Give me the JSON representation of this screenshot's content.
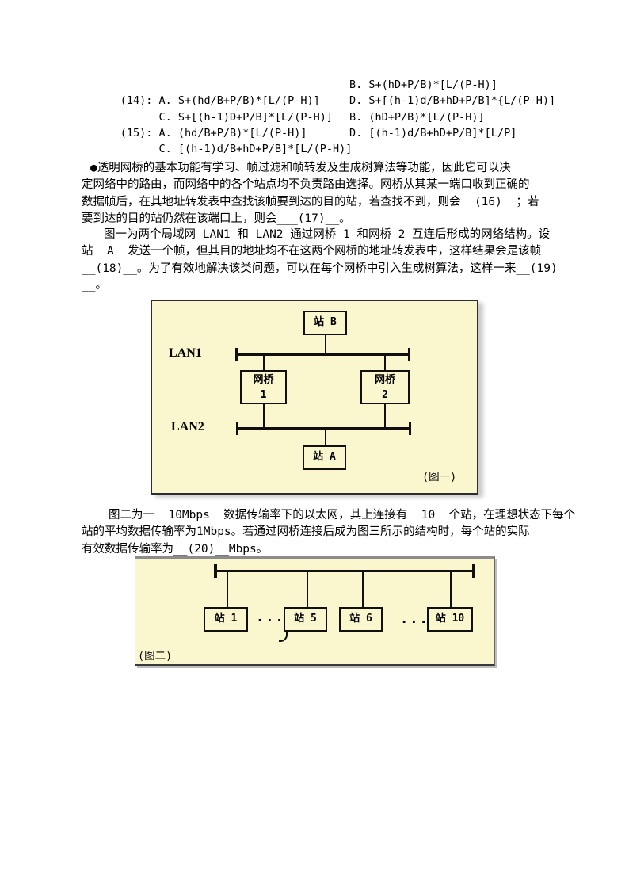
{
  "questions": {
    "rows": [
      {
        "left": "(14): A. S+(hd/B+P/B)*[L/(P-H)]",
        "right": "B. S+(hD+P/B)*[L/(P-H)]"
      },
      {
        "left": "      C. S+[(h-1)D+P/B]*[L/(P-H)]",
        "right": "D. S+[(h-1)d/B+hD+P/B]*{L/(P-H)]"
      },
      {
        "left": "(15): A. (hd/B+P/B)*[L/(P-H)]",
        "right": "B. (hD+P/B)*[L/(P-H)]"
      },
      {
        "left": "      C. [(h-1)d/B+hD+P/B]*[L/(P-H)]",
        "right": "D. [(h-1)d/B+hD+P/B]*[L/P]"
      }
    ]
  },
  "paragraphs": {
    "p1": [
      "●透明网桥的基本功能有学习、帧过滤和帧转发及生成树算法等功能，因此它可以决",
      "定网络中的路由，而网络中的各个站点均不负责路由选择。网桥从其某一端口收到正确的",
      "数据帧后，在其地址转发表中查找该帧要到达的目的站，若查找不到，则会__(16)__；若",
      "要到达的目的站仍然在该端口上，则会___(17)__。"
    ],
    "p2": [
      "图一为两个局域网 LAN1 和 LAN2 通过网桥 1 和网桥 2 互连后形成的网络结构。设",
      "站  A  发送一个帧，但其目的地址均不在这两个网桥的地址转发表中，这样结果会是该帧",
      "__(18)__。为了有效地解决该类问题，可以在每个网桥中引入生成树算法，这样一来__(19)",
      "__。"
    ],
    "p3": [
      "图二为一  10Mbps  数据传输率下的以太网，其上连接有  10  个站，在理想状态下每个",
      "站的平均数据传输率为1Mbps。若通过网桥连接后成为图三所示的结构时，每个站的实际",
      "有效数据传输率为__(20)__Mbps。"
    ]
  },
  "figure1": {
    "lan1_label": "LAN1",
    "lan2_label": "LAN2",
    "station_b": "站 B",
    "station_a": "站 A",
    "bridge1": [
      "网桥",
      "1"
    ],
    "bridge2": [
      "网桥",
      "2"
    ],
    "caption": "(图一)"
  },
  "figure2": {
    "stations": [
      "站 1",
      "站 5",
      "站 6",
      "站 10"
    ],
    "ellipsis_left": "...",
    "ellipsis_right": "...",
    "caption": "(图二)"
  },
  "colors": {
    "panel_bg": "#FAF7CF",
    "line": "#101010",
    "text": "#000000",
    "page_bg": "#FFFFFF"
  }
}
